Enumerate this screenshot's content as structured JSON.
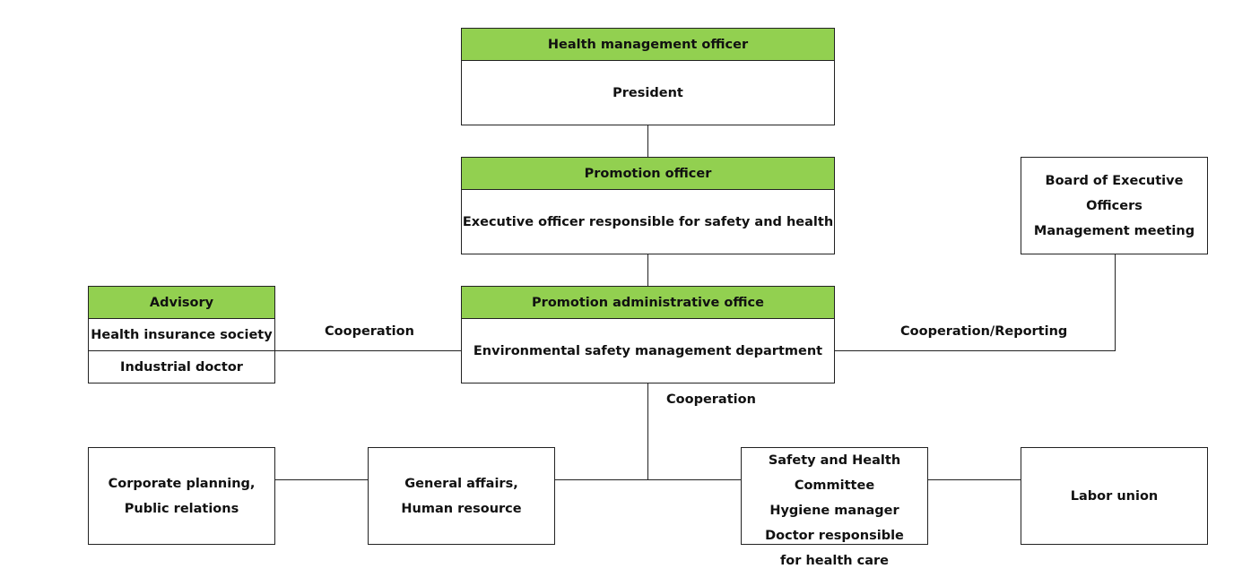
{
  "health_management_officer": {
    "header": "Health management officer",
    "body": "President"
  },
  "promotion_officer": {
    "header": "Promotion officer",
    "body": "Executive officer responsible for safety and health"
  },
  "promotion_office": {
    "header": "Promotion administrative office",
    "body": "Environmental safety management department"
  },
  "advisory": {
    "header": "Advisory",
    "rows": [
      "Health insurance society",
      "Industrial doctor"
    ]
  },
  "board": {
    "lines": [
      "Board of Executive Officers",
      "Management meeting"
    ]
  },
  "corporate": {
    "lines": [
      "Corporate planning,",
      "Public relations"
    ]
  },
  "general_affairs": {
    "lines": [
      "General affairs,",
      "Human resource"
    ]
  },
  "committee": {
    "lines": [
      "Safety and Health Committee",
      "Hygiene manager",
      "Doctor responsible",
      "for health care"
    ]
  },
  "labor_union": {
    "lines": [
      "Labor union"
    ]
  },
  "labels": {
    "cooperation_left": "Cooperation",
    "cooperation_reporting": "Cooperation/Reporting",
    "cooperation_down": "Cooperation"
  },
  "colors": {
    "header_fill": "#92d050",
    "line": "#222222"
  }
}
